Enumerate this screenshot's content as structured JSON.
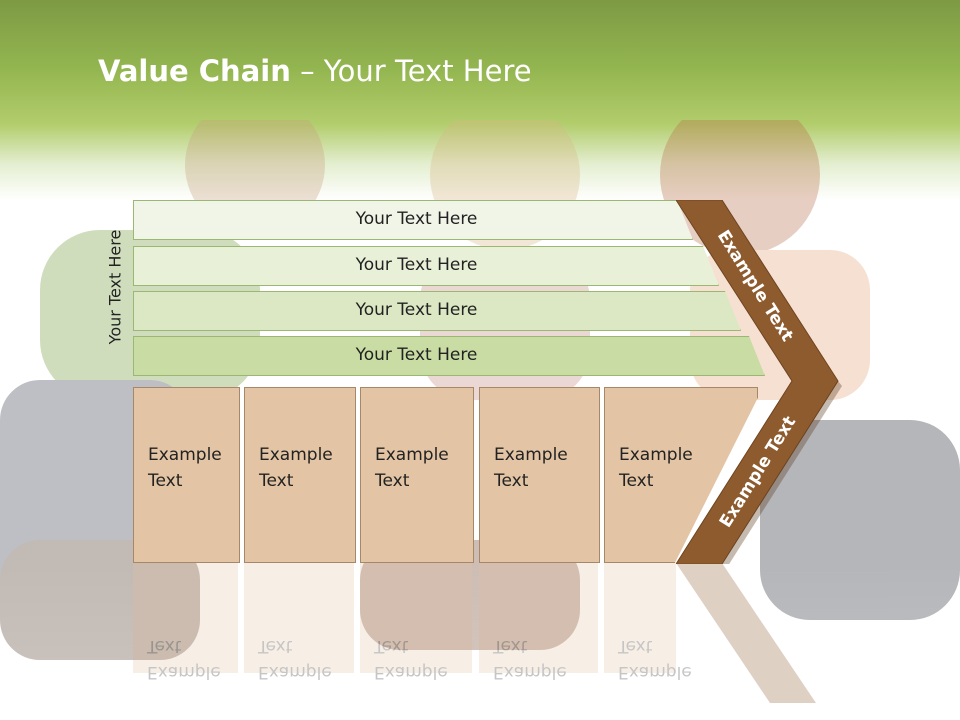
{
  "title": {
    "strong": "Value Chain",
    "rest": " – Your Text Here"
  },
  "side_label": "Your Text Here",
  "bars": [
    {
      "label": "Your Text Here",
      "color": "#f1f5e8"
    },
    {
      "label": "Your Text Here",
      "color": "#e8f0d8"
    },
    {
      "label": "Your Text Here",
      "color": "#dbe8c3"
    },
    {
      "label": "Your Text Here",
      "color": "#c8dca4"
    }
  ],
  "boxes": [
    {
      "label": "Example\nText"
    },
    {
      "label": "Example\nText"
    },
    {
      "label": "Example\nText"
    },
    {
      "label": "Example\nText"
    },
    {
      "label": "Example\nText"
    }
  ],
  "chevron": {
    "top_label": "Example Text",
    "bottom_label": "Example Text",
    "color": "#8e5b2e"
  }
}
